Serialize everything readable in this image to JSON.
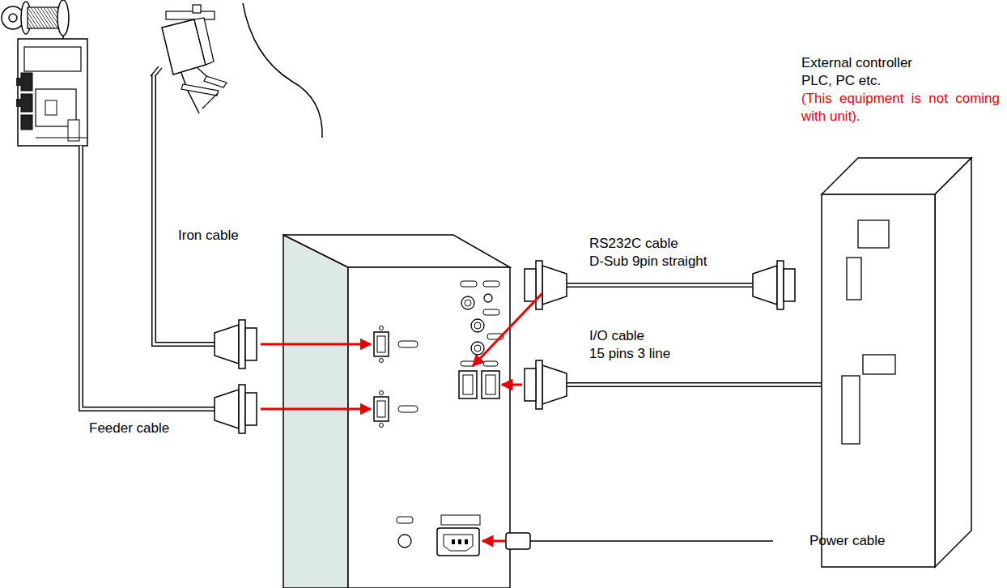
{
  "diagram": {
    "labels": [
      "External controller",
      "PLC, PC etc.",
      "(This equipment is not coming with unit).",
      "Iron cable",
      "RS232C cable",
      "D-Sub 9pin straight",
      "I/O cable",
      "15 pins 3 line",
      "Feeder cable",
      "Power cable"
    ]
  }
}
